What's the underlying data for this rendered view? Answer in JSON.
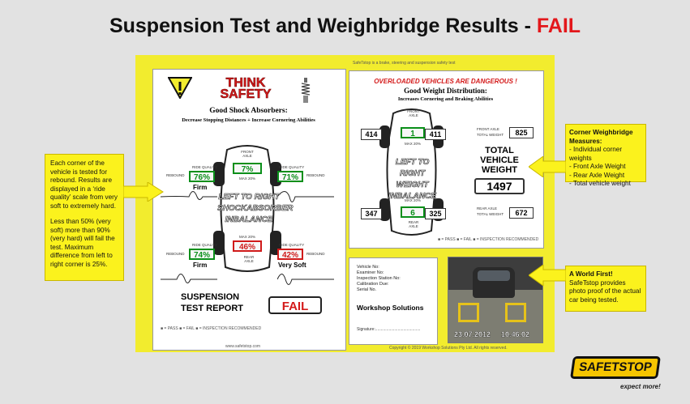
{
  "title": {
    "main": "Suspension Test and Weighbridge Results - ",
    "status": "FAIL"
  },
  "poster": {
    "topline": "SafeTstop is a brake, steering and suspension safety test",
    "footer_left": "www.safetstop.com",
    "footer_right": "Copyright © 2019 Workshop Solutions Pty Ltd. All rights reserved."
  },
  "report": {
    "think": "THINK",
    "safety": "SAFETY",
    "headline": "Good Shock Absorbers:",
    "subline": "Decrease Stopping Distances + Increase Cornering Abilities",
    "front_axle": "FRONT AXLE",
    "rear_axle": "REAR AXLE",
    "ride_quality": "RIDE QUALITY",
    "rebound": "REBOUND",
    "max": "MAX 20%",
    "fl": {
      "value": "76%",
      "label": "Firm"
    },
    "fr": {
      "value": "71%",
      "label": ""
    },
    "rl": {
      "value": "74%",
      "label": "Firm"
    },
    "rr": {
      "value": "42%",
      "label": "Very Soft"
    },
    "front_diff": "7%",
    "rear_diff": "46%",
    "imbalance": [
      "LEFT TO RIGHT",
      "SHOCKABSORBER",
      "INBALANCE"
    ],
    "report_title": [
      "SUSPENSION",
      "TEST REPORT"
    ],
    "fail_badge": "FAIL",
    "legend": "■ = PASS  ■ = FAIL  ■ = INSPECTION RECOMMENDED"
  },
  "load": {
    "banner": "OVERLOADED VEHICLES ARE DANGEROUS !",
    "headline": "Good Weight Distribution:",
    "subline": "Increases Cornering and Braking Abilities",
    "fl": "414",
    "fr": "411",
    "rl": "347",
    "rr": "325",
    "front_diff": "1",
    "rear_diff": "6",
    "front_axle_label": "FRONT AXLE",
    "total_weight_label": "TOTAL WEIGHT",
    "rear_axle_label": "REAR AXLE",
    "front_total": "825",
    "rear_total": "672",
    "total_title": [
      "TOTAL",
      "VEHICLE",
      "WEIGHT"
    ],
    "total_value": "1497",
    "imbalance": [
      "LEFT TO RIGHT",
      "WEIGHT",
      "INBALANCE"
    ],
    "max": "MAX 20%",
    "legend": "■ = PASS  ■ = FAIL  ■ = INSPECTION RECOMMENDED"
  },
  "vehicle": {
    "fields": [
      "Vehicle No:",
      "Examiner No:",
      "Inspection Station No:",
      "Calibration Due:",
      "Serial No."
    ],
    "company": "Workshop Solutions",
    "signature": "Signature:........................................"
  },
  "photo": {
    "date": "23.07.2012",
    "time": "10.46.02"
  },
  "callout_left": {
    "p1": "Each corner of the vehicle is tested for rebound. Results are displayed in a ‘ride quality’ scale from very soft to extremely hard.",
    "p2": "Less than 50% (very soft) more than 90% (very hard) will fail the test. Maximum difference from left to right corner is 25%."
  },
  "callout_weigh": {
    "title": "Corner Weighbridge Measures:",
    "items": [
      "- Individual corner weights",
      "- Front Axle Weight",
      "- Rear Axle Weight",
      "- Total vehicle weight"
    ]
  },
  "callout_first": {
    "title": "A World First!",
    "body": "SafeTstop provides photo proof of the actual car being tested."
  },
  "logo": {
    "name": "SAFETSTOP",
    "tagline": "expect more!"
  },
  "colors": {
    "yellow": "#f2ec2e",
    "red": "#e3171b",
    "green": "#0a8f1a",
    "grey": "#e2e2e2"
  }
}
